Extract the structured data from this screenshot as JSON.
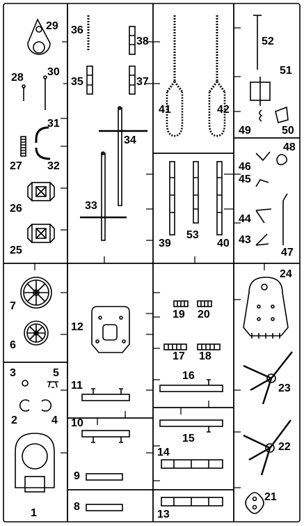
{
  "diagram": {
    "type": "model-kit-sprue",
    "part_numbers": [
      "1",
      "2",
      "3",
      "4",
      "5",
      "6",
      "7",
      "8",
      "9",
      "10",
      "11",
      "12",
      "13",
      "14",
      "15",
      "16",
      "17",
      "18",
      "19",
      "20",
      "21",
      "22",
      "23",
      "24",
      "25",
      "26",
      "27",
      "28",
      "29",
      "30",
      "31",
      "32",
      "33",
      "34",
      "35",
      "36",
      "37",
      "38",
      "39",
      "40",
      "41",
      "42",
      "43",
      "44",
      "45",
      "46",
      "47",
      "48",
      "49",
      "50",
      "51",
      "52",
      "53"
    ]
  }
}
